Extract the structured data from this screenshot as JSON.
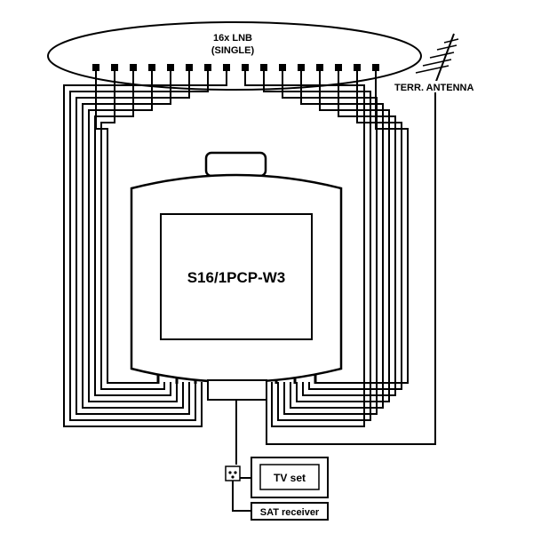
{
  "lnb": {
    "line1": "16x LNB",
    "line2": "(SINGLE)",
    "connector_count": 16
  },
  "antenna": {
    "label": "TERR. ANTENNA"
  },
  "switch": {
    "model": "S16/1PCP-W3"
  },
  "devices": {
    "tv": "TV set",
    "sat": "SAT receiver"
  }
}
